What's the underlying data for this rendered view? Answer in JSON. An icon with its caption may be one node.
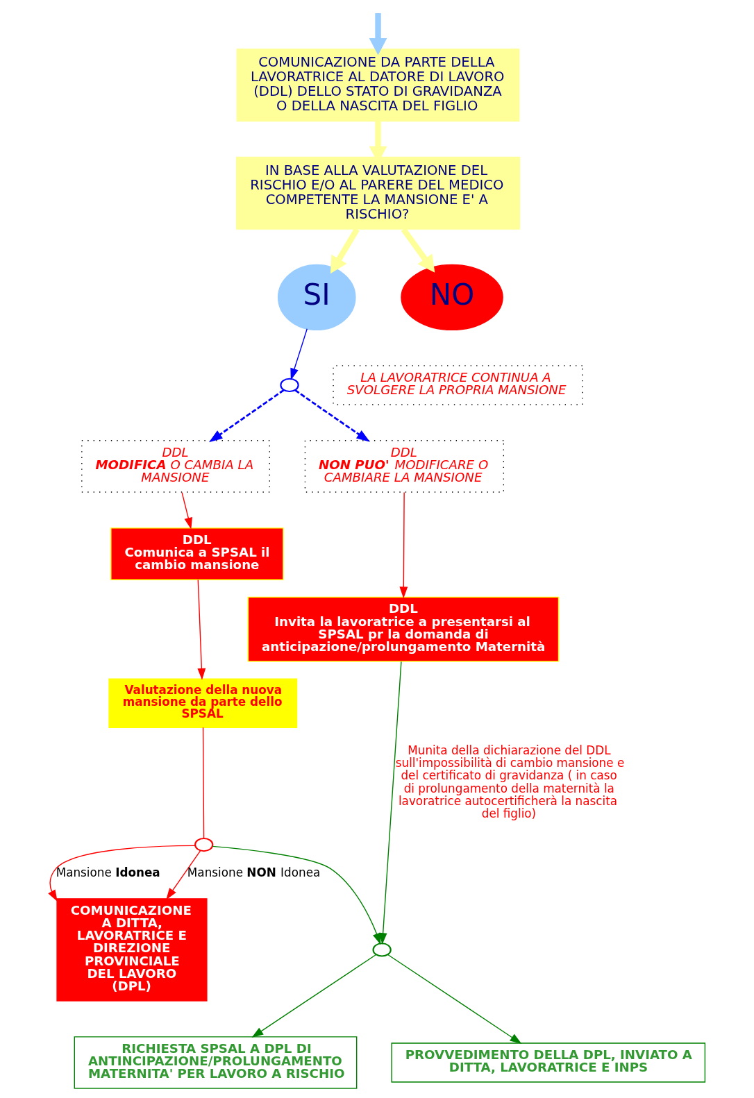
{
  "diagram": {
    "nodes": [
      {
        "text": [
          "COMUNICAZIONE DA PARTE DELLA LAVORATRICE AL DATORE DI LAVORO (DDL) DELLO STATO DI GRAVIDANZA O DELLA NASCITA DEL FIGLIO"
        ]
      },
      {
        "text": [
          "IN BASE ALLA VALUTAZIONE DEL RISCHIO E/O AL PARERE DEL MEDICO COMPETENTE LA MANSIONE E' A RISCHIO?"
        ]
      },
      {
        "text": [
          "SI"
        ]
      },
      {
        "text": [
          "NO"
        ]
      },
      {
        "text": [
          "LA LAVORATRICE CONTINUA A SVOLGERE LA PROPRIA MANSIONE"
        ]
      },
      {
        "text": [],
        "shape": "circle"
      },
      {
        "text": [
          "DDL",
          "**MODIFICA** O CAMBIA LA MANSIONE"
        ]
      },
      {
        "text": [
          "DDL",
          "**NON PUO'** MODIFICARE O CAMBIARE LA MANSIONE"
        ]
      },
      {
        "text": [
          "DDL",
          "Comunica a SPSAL il cambio mansione"
        ]
      },
      {
        "text": [
          "DDL",
          "Invita la lavoratrice a presentarsi al SPSAL pr la domanda di anticipazione/prolungamento Maternità"
        ]
      },
      {
        "text": [
          "Valutazione della nuova mansione da parte dello SPSAL"
        ]
      },
      {
        "text": [],
        "shape": "circle"
      },
      {
        "text": [
          "COMUNICAZIONE A DITTA, LAVORATRICE E DIREZIONE PROVINCIALE DEL LAVORO (DPL)"
        ]
      },
      {
        "text": [],
        "shape": "circle"
      },
      {
        "text": [
          "RICHIESTA SPSAL A DPL DI ANTINCIPAZIONE/PROLUNGAMENTO MATERNITA' PER LAVORO A RISCHIO"
        ]
      },
      {
        "text": [
          "PROVVEDIMENTO DELLA DPL, INVIATO A DITTA, LAVORATRICE E INPS"
        ]
      }
    ],
    "edges": [
      {
        "from": null,
        "to": 0,
        "arrow": "to",
        "style": "thick",
        "color": "#99ccff"
      },
      {
        "from": 0,
        "to": 1,
        "arrow": "to",
        "style": "thick",
        "color": "#ffff99"
      },
      {
        "from": 1,
        "to": 2,
        "arrow": "to",
        "style": "thick",
        "color": "#ffff99"
      },
      {
        "from": 1,
        "to": 3,
        "arrow": "to",
        "style": "thick",
        "color": "#ffff99"
      },
      {
        "from": 2,
        "to": 5,
        "arrow": "to",
        "color": "#0000ff"
      },
      {
        "from": 5,
        "to": 6,
        "arrow": "to",
        "style": "dashed",
        "color": "#0000ff"
      },
      {
        "from": 5,
        "to": 7,
        "arrow": "to",
        "style": "dashed",
        "color": "#0000ff"
      },
      {
        "from": 6,
        "to": 8,
        "arrow": "to",
        "color": "#ff0000"
      },
      {
        "from": 7,
        "to": 9,
        "arrow": "to",
        "color": "#ff0000"
      },
      {
        "from": 8,
        "to": 10,
        "arrow": "to",
        "color": "#ff0000"
      },
      {
        "from": 10,
        "to": 11,
        "arrow": "none",
        "color": "#ff0000"
      },
      {
        "from": 11,
        "to": 12,
        "arrow": "to",
        "label": "Mansione **Idonea**",
        "color": "#ff0000"
      },
      {
        "from": 11,
        "to": 12,
        "arrow": "to",
        "label": "Mansione **NON** Idonea",
        "color": "#ff0000"
      },
      {
        "from": 11,
        "to": 13,
        "arrow": "to",
        "color": "#008000"
      },
      {
        "from": 9,
        "to": 13,
        "arrow": "to",
        "label": "Munita della dichiarazione del DDL sull'impossibilità di cambio mansione e del certificato di gravidanza ( in caso di prolungamento della maternità la lavoratrice autocertificherà la nascita del figlio)",
        "color": "#008000"
      },
      {
        "from": 13,
        "to": 14,
        "arrow": "to",
        "color": "#008000"
      },
      {
        "from": 13,
        "to": 15,
        "arrow": "to",
        "color": "#008000"
      }
    ]
  }
}
